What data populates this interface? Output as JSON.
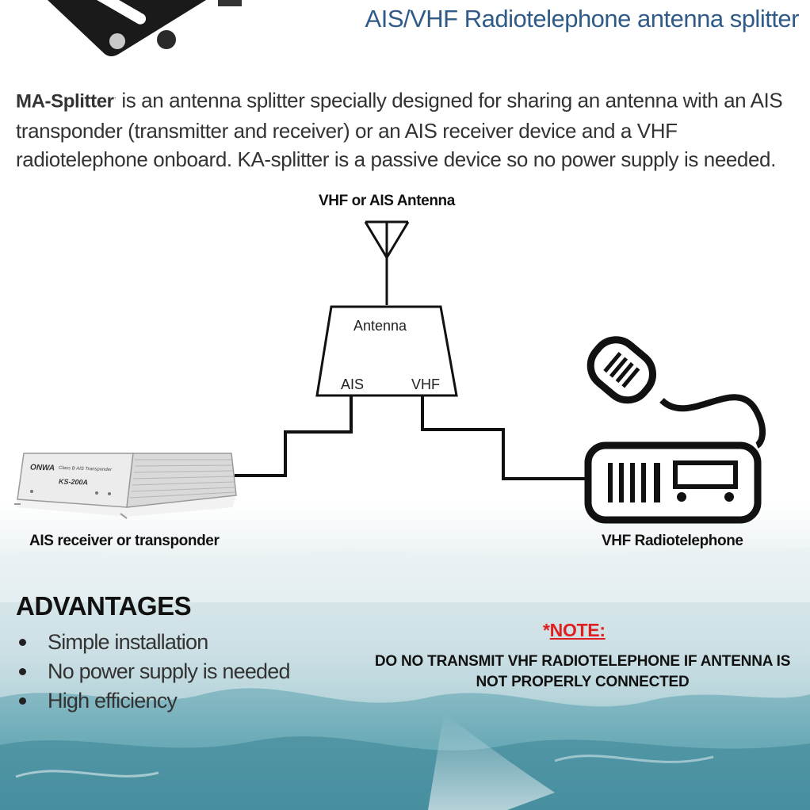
{
  "header": {
    "title": "AIS/VHF Radiotelephone antenna splitter"
  },
  "intro": {
    "product_name": "MA-Splitter",
    "product_mark": "·",
    "text": " is an antenna splitter specially designed for sharing an antenna with an AIS transponder (transmitter and receiver) or an AIS receiver device and a VHF radiotelephone onboard. KA-splitter is a passive device so no power supply is needed."
  },
  "diagram": {
    "antenna_label": "VHF or AIS Antenna",
    "splitter_label": "Antenna",
    "port_ais": "AIS",
    "port_vhf": "VHF",
    "left_device_caption": "AIS receiver or transponder",
    "right_device_caption": "VHF Radiotelephone",
    "device_brand": "ONWA",
    "device_subtitle": "Class B AIS Transponder",
    "device_model": "KS-200A"
  },
  "advantages": {
    "heading": "ADVANTAGES",
    "items": [
      "Simple installation",
      "No power supply is needed",
      "High efficiency"
    ]
  },
  "note": {
    "prefix": "*",
    "heading": "NOTE:",
    "text": "DO NO TRANSMIT VHF RADIOTELEPHONE IF ANTENNA IS NOT PROPERLY CONNECTED"
  },
  "colors": {
    "title": "#2f5b86",
    "note_heading": "#e02020",
    "sea": "#4a93a3"
  }
}
